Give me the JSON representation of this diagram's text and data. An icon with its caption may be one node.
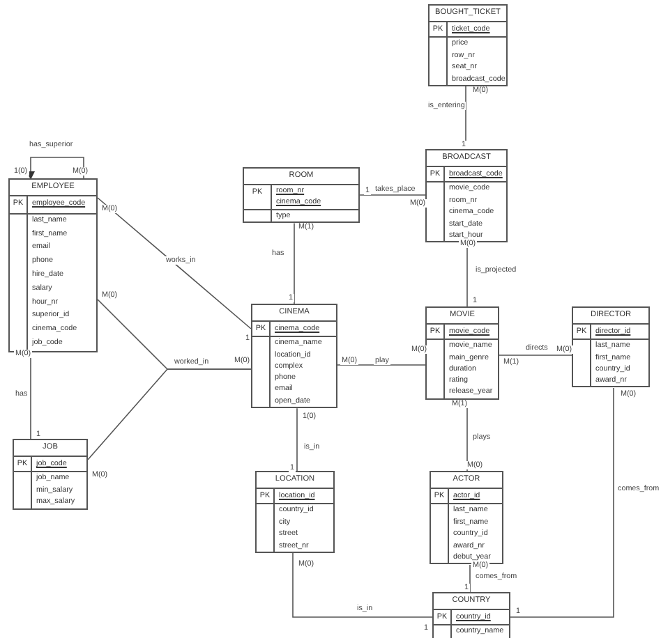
{
  "diagram": {
    "nodes": [
      {
        "text": [
          "BOUGHT_TICKET",
          "PK",
          "ticket_code",
          "price",
          "row_nr",
          "seat_nr",
          "broadcast_code"
        ]
      },
      {
        "text": [
          "EMPLOYEE",
          "PK",
          "employee_code",
          "last_name",
          "first_name",
          "email",
          "phone",
          "hire_date",
          "salary",
          "hour_nr",
          "superior_id",
          "cinema_code",
          "job_code"
        ]
      },
      {
        "text": [
          "ROOM",
          "PK",
          "room_nr",
          "cinema_code",
          "type"
        ]
      },
      {
        "text": [
          "BROADCAST",
          "PK",
          "broadcast_code",
          "movie_code",
          "room_nr",
          "cinema_code",
          "start_date",
          "start_hour"
        ]
      },
      {
        "text": [
          "CINEMA",
          "PK",
          "cinema_code",
          "cinema_name",
          "location_id",
          "complex",
          "phone",
          "email",
          "open_date"
        ]
      },
      {
        "text": [
          "MOVIE",
          "PK",
          "movie_code",
          "movie_name",
          "main_genre",
          "duration",
          "rating",
          "release_year"
        ]
      },
      {
        "text": [
          "DIRECTOR",
          "PK",
          "director_id",
          "last_name",
          "first_name",
          "country_id",
          "award_nr"
        ]
      },
      {
        "text": [
          "JOB",
          "PK",
          "job_code",
          "job_name",
          "min_salary",
          "max_salary"
        ]
      },
      {
        "text": [
          "LOCATION",
          "PK",
          "location_id",
          "country_id",
          "city",
          "street",
          "street_nr"
        ]
      },
      {
        "text": [
          "ACTOR",
          "PK",
          "actor_id",
          "last_name",
          "first_name",
          "country_id",
          "award_nr",
          "debut_year"
        ]
      },
      {
        "text": [
          "COUNTRY",
          "PK",
          "country_id",
          "country_name"
        ]
      }
    ],
    "edges": [
      {
        "from": 1,
        "to": 1,
        "arrow": "to",
        "label": "has_superior"
      },
      {
        "from": 1,
        "to": 4,
        "arrow": "none",
        "label": "works_in"
      },
      {
        "from": 1,
        "to": 4,
        "arrow": "none",
        "label": "worked_in"
      },
      {
        "from": 7,
        "to": 4,
        "arrow": "none"
      },
      {
        "from": 1,
        "to": 7,
        "arrow": "none",
        "label": "has"
      },
      {
        "from": 2,
        "to": 4,
        "arrow": "none",
        "label": "has"
      },
      {
        "from": 2,
        "to": 3,
        "arrow": "none",
        "label": "takes_place"
      },
      {
        "from": 0,
        "to": 3,
        "arrow": "none",
        "label": "is_entering"
      },
      {
        "from": 3,
        "to": 5,
        "arrow": "none",
        "label": "is_projected"
      },
      {
        "from": 4,
        "to": 5,
        "arrow": "none",
        "label": "play"
      },
      {
        "from": 5,
        "to": 6,
        "arrow": "none",
        "label": "directs"
      },
      {
        "from": 5,
        "to": 9,
        "arrow": "none",
        "label": "plays"
      },
      {
        "from": 4,
        "to": 8,
        "arrow": "none",
        "label": "is_in"
      },
      {
        "from": 8,
        "to": 10,
        "arrow": "none",
        "label": "is_in"
      },
      {
        "from": 9,
        "to": 10,
        "arrow": "none",
        "label": "comes_from"
      },
      {
        "from": 6,
        "to": 10,
        "arrow": "none",
        "label": "comes_from"
      }
    ],
    "labels": [
      "1(0)",
      "M(0)",
      "M(0)",
      "1",
      "M(0)",
      "M(0)",
      "M(0)",
      "M(0)",
      "1",
      "M(1)",
      "1",
      "1",
      "M(0)",
      "M(0)",
      "1",
      "M(0)",
      "1",
      "M(0)",
      "M(0)",
      "M(1)",
      "M(0)",
      "M(1)",
      "M(0)",
      "1(0)",
      "1",
      "M(0)",
      "1",
      "M(0)",
      "1",
      "M(0)",
      "1"
    ]
  }
}
